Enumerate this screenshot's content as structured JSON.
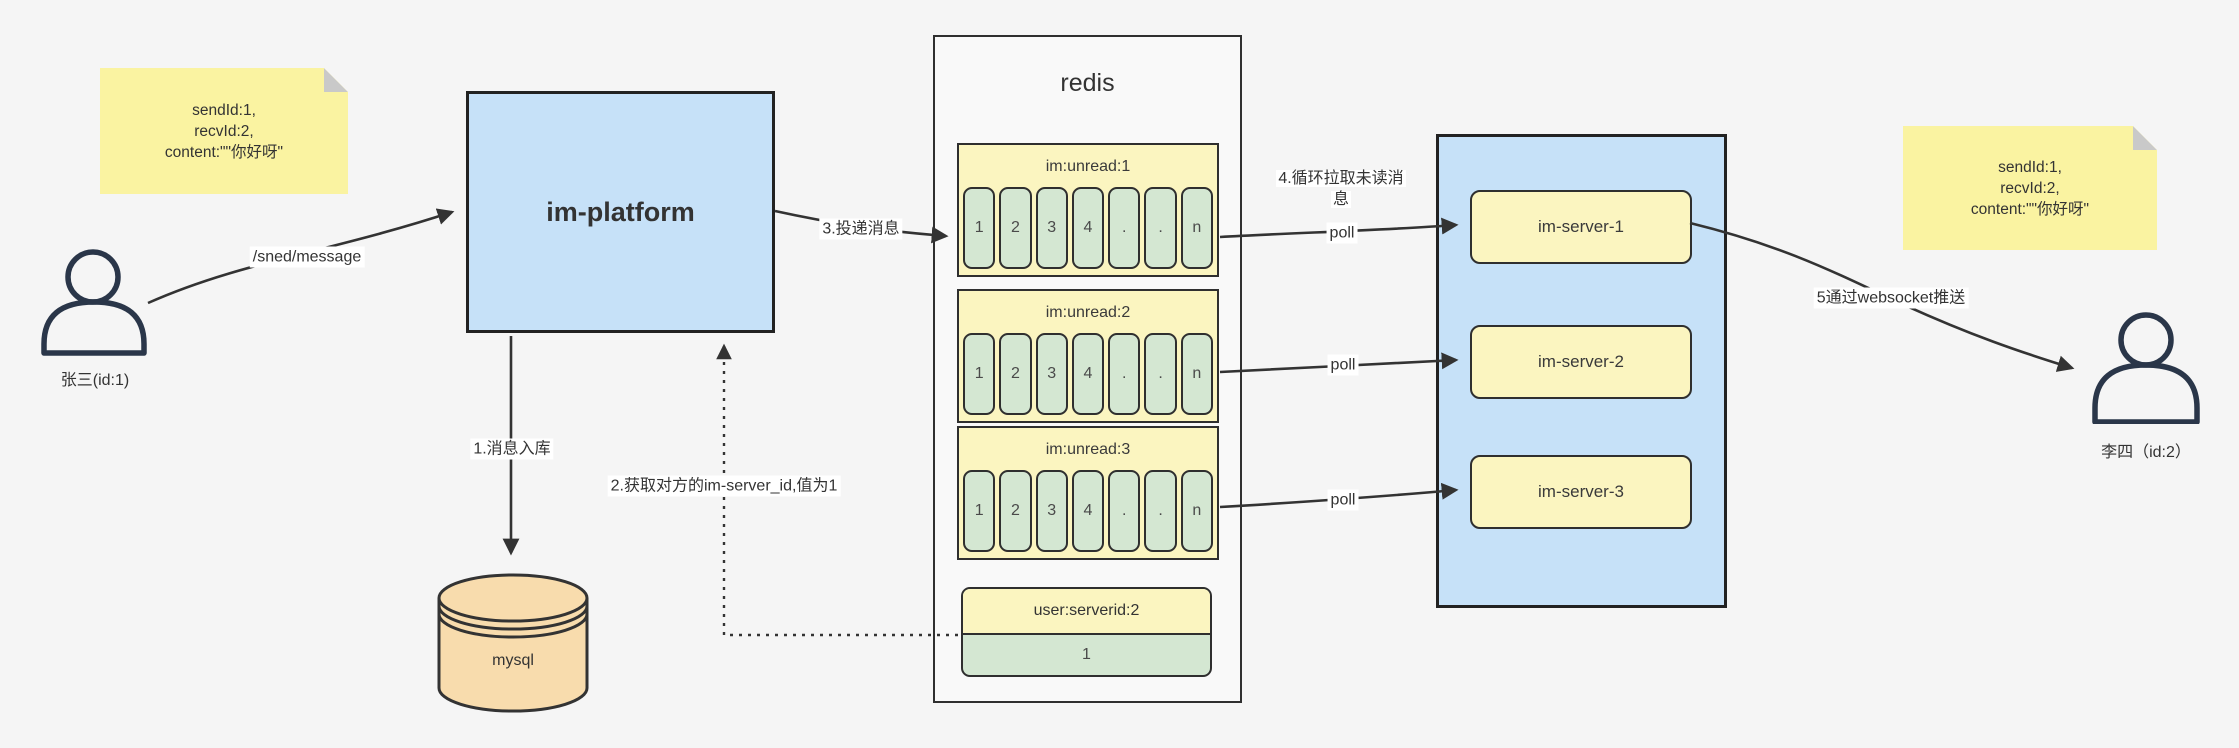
{
  "notes": {
    "left": {
      "lines": [
        "sendId:1,",
        "recvId:2,",
        "content:\"\"你好呀\""
      ]
    },
    "right": {
      "lines": [
        "sendId:1,",
        "recvId:2,",
        "content:\"\"你好呀\""
      ]
    }
  },
  "actors": {
    "sender": {
      "label": "张三(id:1)"
    },
    "receiver": {
      "label": "李四（id:2）"
    }
  },
  "platform": {
    "label": "im-platform"
  },
  "database": {
    "label": "mysql"
  },
  "redis": {
    "title": "redis",
    "queues": [
      {
        "header": "im:unread:1",
        "cells": [
          "1",
          "2",
          "3",
          "4",
          ".",
          ".",
          "n"
        ]
      },
      {
        "header": "im:unread:2",
        "cells": [
          "1",
          "2",
          "3",
          "4",
          ".",
          ".",
          "n"
        ]
      },
      {
        "header": "im:unread:3",
        "cells": [
          "1",
          "2",
          "3",
          "4",
          ".",
          ".",
          "n"
        ]
      }
    ],
    "kv": {
      "key": "user:serverid:2",
      "value": "1"
    }
  },
  "servers": [
    {
      "label": "im-server-1"
    },
    {
      "label": "im-server-2"
    },
    {
      "label": "im-server-3"
    }
  ],
  "edges": {
    "send": "/sned/message",
    "step1": "1.消息入库",
    "step2": "2.获取对方的im-server_id,值为1",
    "step3": "3.投递消息",
    "step4_line1": "4.循环拉取未读消",
    "step4_line2": "息",
    "poll": "poll",
    "step5": "5通过websocket推送"
  },
  "colors": {
    "background": "#f5f5f5",
    "note_yellow": "#faf3a1",
    "panel_yellow": "#fbf5c0",
    "cell_green": "#d4e7d2",
    "box_blue": "#c6e1f8",
    "db_tan": "#f8dcad",
    "stroke": "#333333",
    "actor_stroke": "#2a3649"
  }
}
